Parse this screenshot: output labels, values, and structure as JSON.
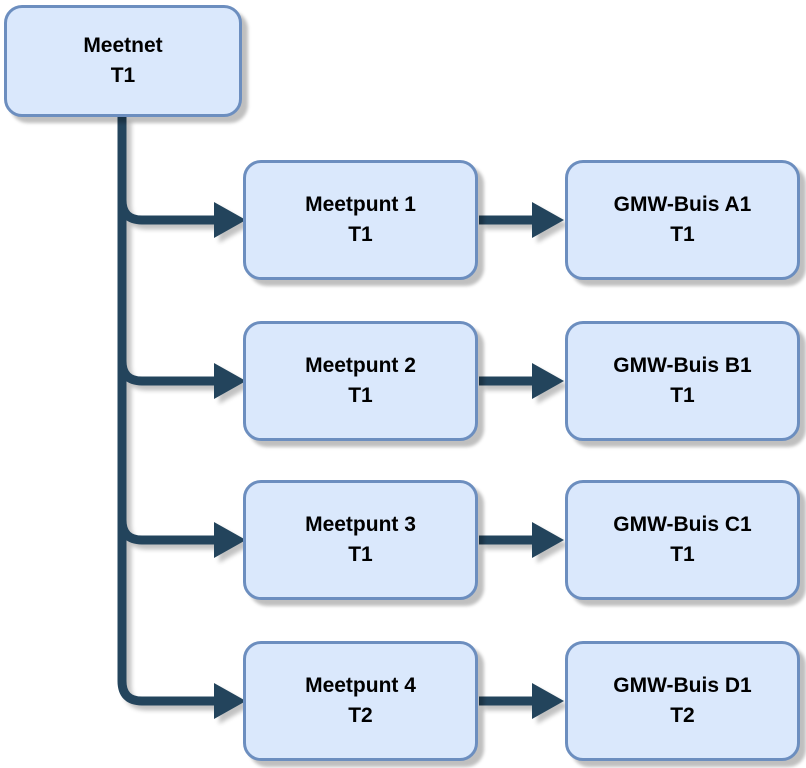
{
  "diagram": {
    "colors": {
      "background": "#ffffff",
      "node-fill": "#dae8fc",
      "node-border": "#6c8ebf",
      "connector": "#23445c",
      "text": "#000000"
    },
    "root": {
      "label": "Meetnet",
      "tier": "T1"
    },
    "rows": [
      {
        "meetpunt": {
          "label": "Meetpunt 1",
          "tier": "T1"
        },
        "gmw_buis": {
          "label": "GMW-Buis A1",
          "tier": "T1"
        }
      },
      {
        "meetpunt": {
          "label": "Meetpunt 2",
          "tier": "T1"
        },
        "gmw_buis": {
          "label": "GMW-Buis B1",
          "tier": "T1"
        }
      },
      {
        "meetpunt": {
          "label": "Meetpunt 3",
          "tier": "T1"
        },
        "gmw_buis": {
          "label": "GMW-Buis C1",
          "tier": "T1"
        }
      },
      {
        "meetpunt": {
          "label": "Meetpunt 4",
          "tier": "T2"
        },
        "gmw_buis": {
          "label": "GMW-Buis D1",
          "tier": "T2"
        }
      }
    ]
  }
}
